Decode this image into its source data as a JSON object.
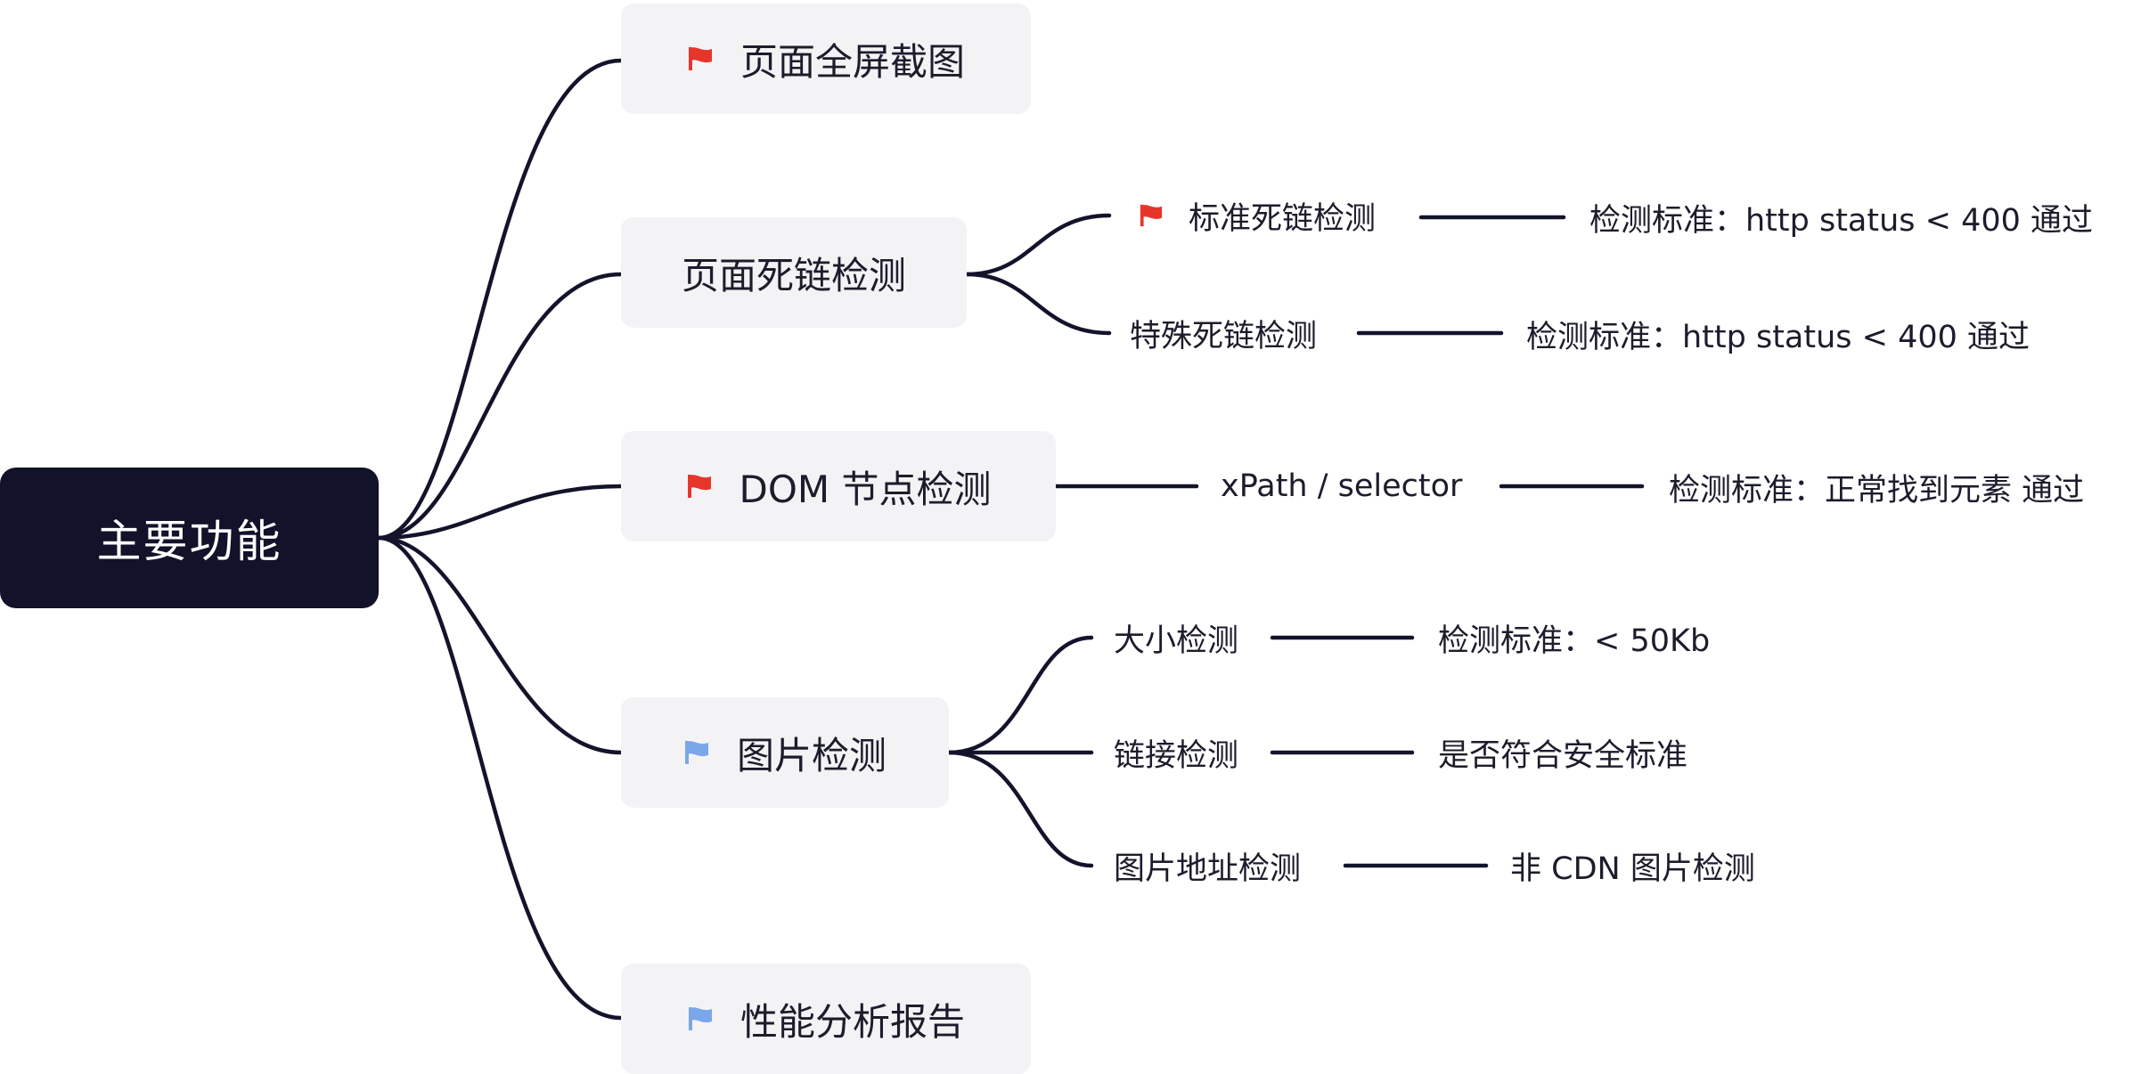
{
  "root": {
    "label": "主要功能"
  },
  "colors": {
    "root_bg": "#12122a",
    "node_bg": "#f3f3f5",
    "flag_red": "#e8352b",
    "flag_blue": "#7aa7e9",
    "edge": "#13132b"
  },
  "branches": [
    {
      "label": "页面全屏截图",
      "flag": "red"
    },
    {
      "label": "页面死链检测",
      "flag": null,
      "children": [
        {
          "label": "标准死链检测",
          "flag": "red",
          "detail": "检测标准：http status < 400 通过"
        },
        {
          "label": "特殊死链检测",
          "flag": null,
          "detail": "检测标准：http status < 400 通过"
        }
      ]
    },
    {
      "label": "DOM 节点检测",
      "flag": "red",
      "children": [
        {
          "label": "xPath / selector",
          "flag": null,
          "detail": "检测标准：正常找到元素 通过"
        }
      ]
    },
    {
      "label": "图片检测",
      "flag": "blue",
      "children": [
        {
          "label": "大小检测",
          "flag": null,
          "detail": "检测标准：< 50Kb"
        },
        {
          "label": "链接检测",
          "flag": null,
          "detail": "是否符合安全标准"
        },
        {
          "label": "图片地址检测",
          "flag": null,
          "detail": "非 CDN 图片检测"
        }
      ]
    },
    {
      "label": "性能分析报告",
      "flag": "blue"
    }
  ]
}
